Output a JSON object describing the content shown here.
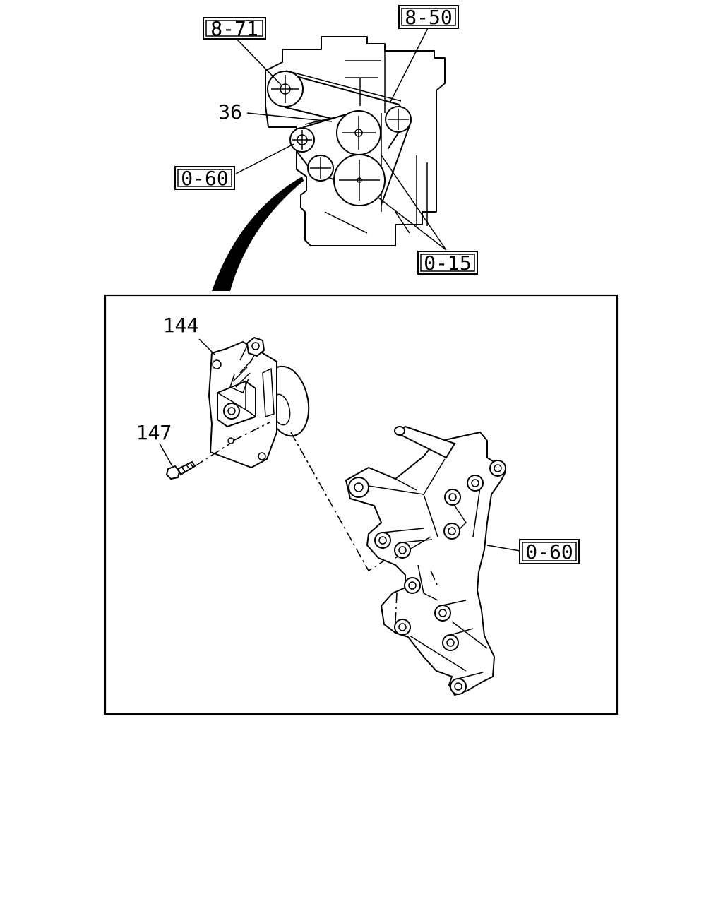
{
  "callouts": {
    "c871": "8-71",
    "c850": "8-50",
    "c36": "36",
    "c060_top": "0-60",
    "c015": "0-15",
    "c144": "144",
    "c147": "147",
    "c060_detail": "0-60"
  }
}
